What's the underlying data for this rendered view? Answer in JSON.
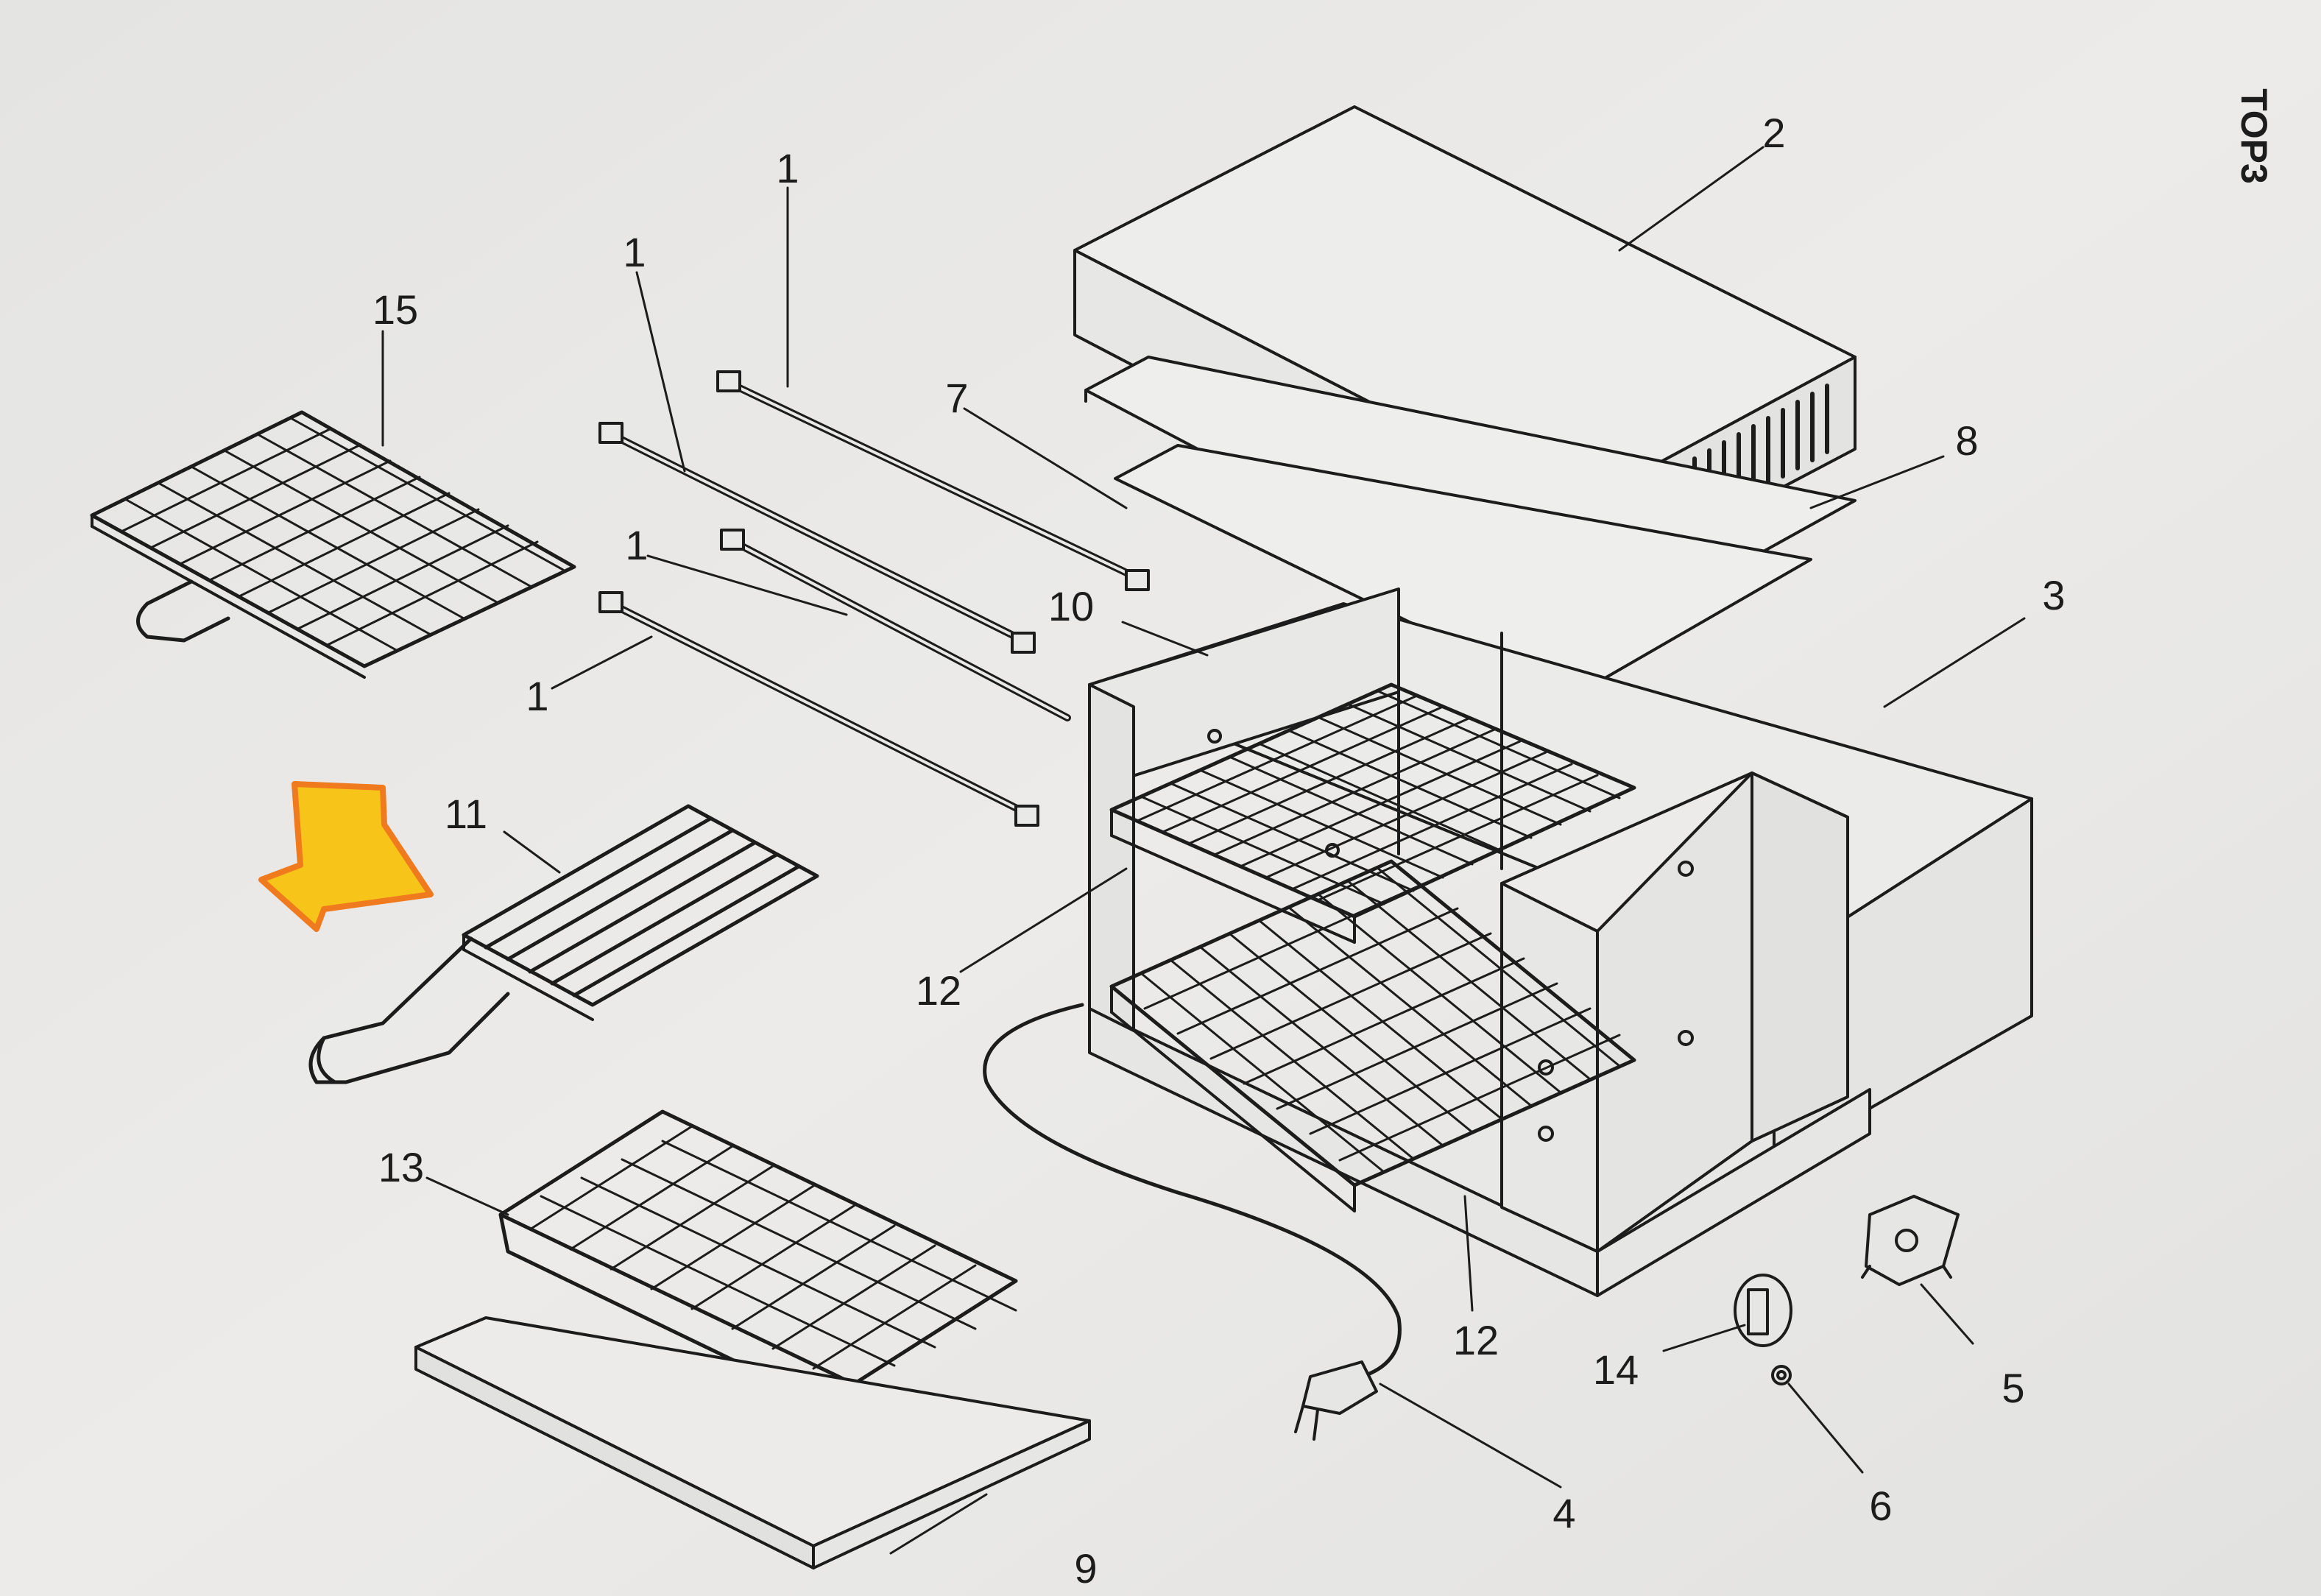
{
  "document": {
    "side_label": "TOP3",
    "highlight_icon": "arrow-icon",
    "highlight_color": "#f7c519",
    "highlight_border_color": "#f07a1e",
    "paper_color": "#e9e9e7",
    "line_color": "#1c1c1c"
  },
  "callouts": [
    {
      "id": "c1a",
      "text": "1"
    },
    {
      "id": "c1b",
      "text": "1"
    },
    {
      "id": "c1c",
      "text": "1"
    },
    {
      "id": "c1d",
      "text": "1"
    },
    {
      "id": "c2",
      "text": "2"
    },
    {
      "id": "c3",
      "text": "3"
    },
    {
      "id": "c4",
      "text": "4"
    },
    {
      "id": "c5",
      "text": "5"
    },
    {
      "id": "c6",
      "text": "6"
    },
    {
      "id": "c7",
      "text": "7"
    },
    {
      "id": "c8",
      "text": "8"
    },
    {
      "id": "c9",
      "text": "9"
    },
    {
      "id": "c10",
      "text": "10"
    },
    {
      "id": "c11",
      "text": "11"
    },
    {
      "id": "c12a",
      "text": "12"
    },
    {
      "id": "c12b",
      "text": "12"
    },
    {
      "id": "c13",
      "text": "13"
    },
    {
      "id": "c14",
      "text": "14"
    },
    {
      "id": "c15",
      "text": "15"
    }
  ]
}
